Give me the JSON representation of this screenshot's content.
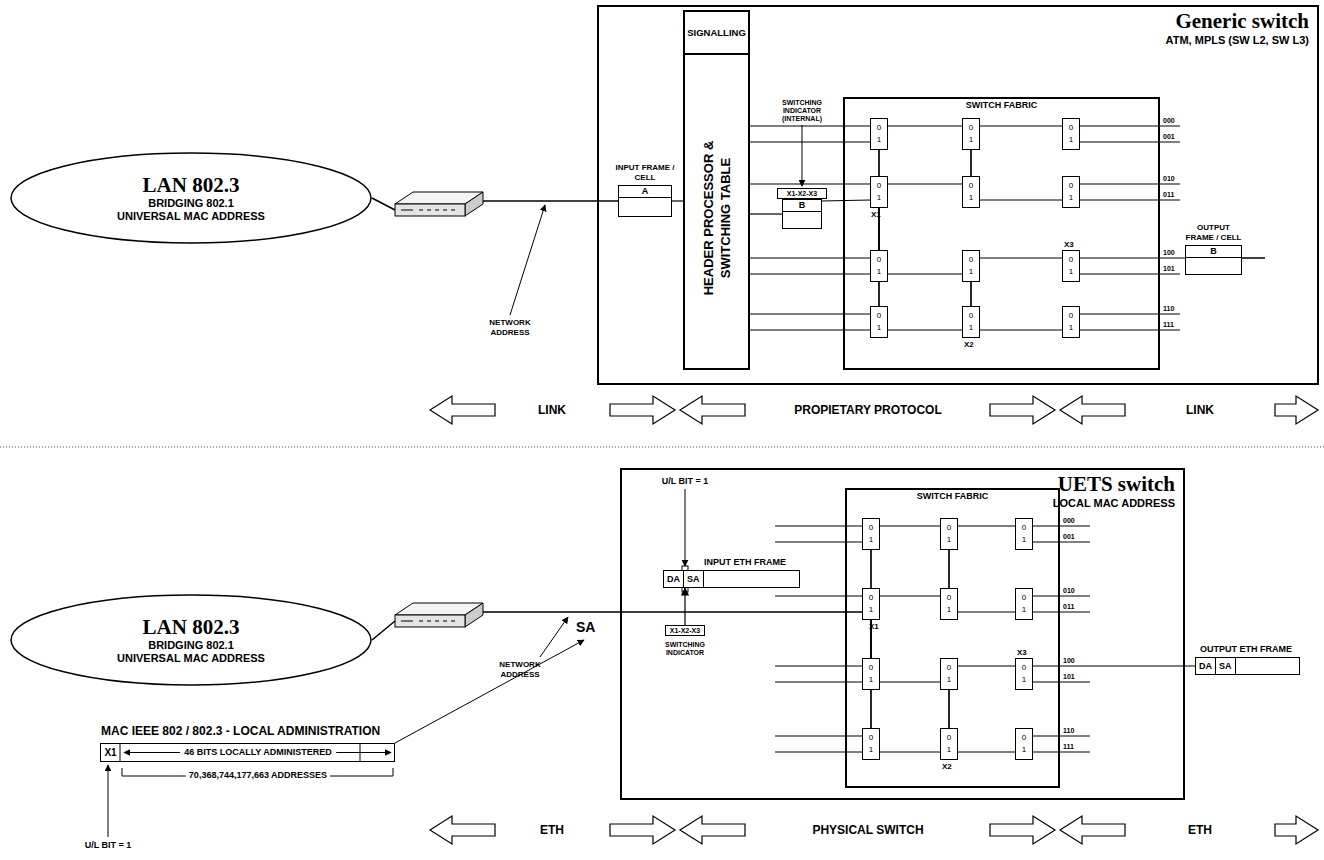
{
  "diagram": {
    "nodes": [
      {
        "text": [
          "LAN 802.3",
          "BRIDGING 802.1 UNIVERSAL MAC ADDRESS"
        ]
      },
      {
        "text": [
          "Generic switch",
          "ATM, MPLS (SW L2, SW L3)"
        ]
      },
      {
        "text": [
          "INPUT FRAME / CELL",
          "A"
        ],
        "in": 1
      },
      {
        "text": [
          "SIGNALLING",
          "HEADER PROCESSOR & SWITCHING TABLE"
        ],
        "in": 1
      },
      {
        "text": [
          "X1-X2-X3"
        ],
        "in": 1
      },
      {
        "text": [
          "B"
        ],
        "in": 1
      },
      {
        "text": [
          "SWITCH FABRIC"
        ],
        "in": 1
      },
      {
        "text": [
          "0 1"
        ],
        "in": 6
      },
      {
        "text": [
          "0 1"
        ],
        "in": 6
      },
      {
        "text": [
          "0 1"
        ],
        "in": 6
      },
      {
        "text": [
          "0 1"
        ],
        "in": 6
      },
      {
        "text": [
          "0 1"
        ],
        "in": 6
      },
      {
        "text": [
          "0 1"
        ],
        "in": 6
      },
      {
        "text": [
          "0 1"
        ],
        "in": 6
      },
      {
        "text": [
          "0 1"
        ],
        "in": 6
      },
      {
        "text": [
          "0 1"
        ],
        "in": 6
      },
      {
        "text": [
          "0 1"
        ],
        "in": 6
      },
      {
        "text": [
          "0 1"
        ],
        "in": 6
      },
      {
        "text": [
          "0 1"
        ],
        "in": 6
      },
      {
        "text": [
          "OUTPUT FRAME / CELL",
          "B"
        ],
        "in": 1
      },
      {
        "text": [
          "LAN 802.3",
          "BRIDGING 802.1 UNIVERSAL MAC ADDRESS"
        ]
      },
      {
        "text": [
          "MAC IEEE 802 / 802.3 - LOCAL ADMINISTRATION",
          "X1",
          "46 BITS LOCALLY ADMINISTERED"
        ]
      },
      {
        "text": [
          "UETS switch",
          "LOCAL MAC ADDRESS"
        ]
      },
      {
        "text": [
          "INPUT ETH FRAME",
          "DA",
          "SA"
        ],
        "in": 22
      },
      {
        "text": [
          "X1-X2-X3"
        ],
        "in": 22
      },
      {
        "text": [
          "SWITCH FABRIC"
        ],
        "in": 22
      },
      {
        "text": [
          "0 1"
        ],
        "in": 25
      },
      {
        "text": [
          "0 1"
        ],
        "in": 25
      },
      {
        "text": [
          "0 1"
        ],
        "in": 25
      },
      {
        "text": [
          "0 1"
        ],
        "in": 25
      },
      {
        "text": [
          "0 1"
        ],
        "in": 25
      },
      {
        "text": [
          "0 1"
        ],
        "in": 25
      },
      {
        "text": [
          "0 1"
        ],
        "in": 25
      },
      {
        "text": [
          "0 1"
        ],
        "in": 25
      },
      {
        "text": [
          "0 1"
        ],
        "in": 25
      },
      {
        "text": [
          "0 1"
        ],
        "in": 25
      },
      {
        "text": [
          "0 1"
        ],
        "in": 25
      },
      {
        "text": [
          "0 1"
        ],
        "in": 25
      },
      {
        "text": [
          "OUTPUT ETH FRAME",
          "DA",
          "SA"
        ]
      }
    ],
    "edges": [
      {
        "from": 2,
        "to": 3,
        "arrow": "none"
      },
      {
        "from": 3,
        "to": 7,
        "arrow": "none"
      },
      {
        "from": 3,
        "to": 7,
        "arrow": "none"
      },
      {
        "from": 3,
        "to": 8,
        "arrow": "none"
      },
      {
        "from": 3,
        "to": 5,
        "arrow": "none"
      },
      {
        "from": 5,
        "to": 8,
        "arrow": "none"
      },
      {
        "from": 3,
        "to": 9,
        "arrow": "none"
      },
      {
        "from": 3,
        "to": 9,
        "arrow": "none"
      },
      {
        "from": 3,
        "to": 10,
        "arrow": "none"
      },
      {
        "from": 3,
        "to": 10,
        "arrow": "none"
      },
      {
        "from": 7,
        "to": 11,
        "arrow": "none"
      },
      {
        "from": 7,
        "to": 13,
        "arrow": "none"
      },
      {
        "from": 8,
        "to": 12,
        "arrow": "none"
      },
      {
        "from": 8,
        "to": 14,
        "arrow": "none"
      },
      {
        "from": 9,
        "to": 13,
        "arrow": "none"
      },
      {
        "from": 9,
        "to": 11,
        "arrow": "none"
      },
      {
        "from": 10,
        "to": 14,
        "arrow": "none"
      },
      {
        "from": 10,
        "to": 12,
        "arrow": "none"
      },
      {
        "from": 11,
        "to": 15,
        "arrow": "none"
      },
      {
        "from": 11,
        "to": 16,
        "arrow": "none"
      },
      {
        "from": 12,
        "to": 16,
        "arrow": "none"
      },
      {
        "from": 12,
        "to": 15,
        "arrow": "none"
      },
      {
        "from": 13,
        "to": 17,
        "arrow": "none"
      },
      {
        "from": 13,
        "to": 18,
        "arrow": "none"
      },
      {
        "from": 14,
        "to": 18,
        "arrow": "none"
      },
      {
        "from": 14,
        "to": 17,
        "arrow": "none"
      },
      {
        "from": 17,
        "to": 19,
        "arrow": "none"
      },
      {
        "from": 24,
        "to": 23,
        "arrow": "to"
      },
      {
        "from": 26,
        "to": 30,
        "arrow": "none"
      },
      {
        "from": 26,
        "to": 32,
        "arrow": "none"
      },
      {
        "from": 27,
        "to": 31,
        "arrow": "none"
      },
      {
        "from": 27,
        "to": 33,
        "arrow": "none"
      },
      {
        "from": 28,
        "to": 32,
        "arrow": "none"
      },
      {
        "from": 28,
        "to": 30,
        "arrow": "none"
      },
      {
        "from": 29,
        "to": 33,
        "arrow": "none"
      },
      {
        "from": 29,
        "to": 31,
        "arrow": "none"
      },
      {
        "from": 30,
        "to": 34,
        "arrow": "none"
      },
      {
        "from": 30,
        "to": 35,
        "arrow": "none"
      },
      {
        "from": 31,
        "to": 35,
        "arrow": "none"
      },
      {
        "from": 31,
        "to": 34,
        "arrow": "none"
      },
      {
        "from": 32,
        "to": 36,
        "arrow": "none"
      },
      {
        "from": 32,
        "to": 37,
        "arrow": "none"
      },
      {
        "from": 33,
        "to": 37,
        "arrow": "none"
      },
      {
        "from": 33,
        "to": 36,
        "arrow": "none"
      },
      {
        "from": 36,
        "to": 38,
        "arrow": "none"
      }
    ],
    "labels": [
      "NETWORK ADDRESS",
      "SWITCHING INDICATOR (INTERNAL)",
      "X1",
      "X2",
      "X3",
      "000",
      "001",
      "010",
      "011",
      "100",
      "101",
      "110",
      "111",
      "LINK",
      "PROPIETARY PROTOCOL",
      "LINK",
      "U/L BIT = 1",
      "SWITCHING INDICATOR",
      "SA",
      "NETWORK ADDRESS",
      "70,368,744,177,663 ADDRESSES",
      "U/L BIT = 1",
      "X1",
      "X2",
      "X3",
      "000",
      "001",
      "010",
      "011",
      "100",
      "101",
      "110",
      "111",
      "ETH",
      "PHYSICAL SWITCH",
      "ETH"
    ]
  }
}
